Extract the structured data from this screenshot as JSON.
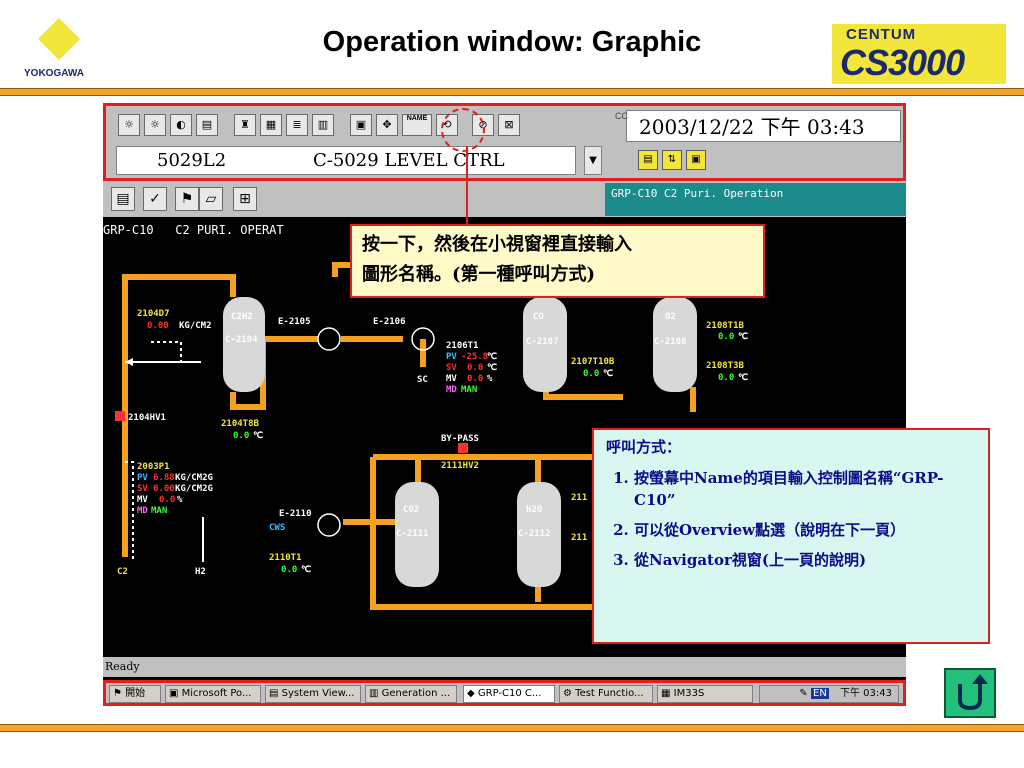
{
  "slide": {
    "logo_text": "YOKOGAWA",
    "title": "Operation window: Graphic",
    "centum_word": "CENTUM",
    "centum_num": "CS3000"
  },
  "toolbar": {
    "name_button": "NAME",
    "datetime_prefix": "CC",
    "datetime": "2003/12/22 下午 03:43",
    "tag": "5029L2",
    "tag_desc": "C-5029 LEVEL CTRL"
  },
  "window_title": "GRP-C10 C2 Puri. Operation",
  "graphic": {
    "header": "GRP-C10   C2 PURI. OPERAT",
    "labels": {
      "t2104d7": "2104D7",
      "t2104d7_val": "0.00",
      "t2104d7_unit": "KG/CM2",
      "c2h2": "C2H2",
      "c2104": "C-2104",
      "e2105": "E-2105",
      "e2106": "E-2106",
      "t2106t1": "2106T1",
      "pv": "PV",
      "pv_val": "-25.8",
      "sv": "SV",
      "sv_val": "0.0",
      "mv": "MV",
      "mv_val": "0.0",
      "md": "MD",
      "md_val": "MAN",
      "sc": "SC",
      "co": "CO",
      "c2107": "C-2107",
      "t2107t10b": "2107T10B",
      "t2107t10b_val": "0.0",
      "o2": "O2",
      "c2108": "C-2108",
      "t2108t1b": "2108T1B",
      "t2108t1b_val": "0.0",
      "t2108t3b": "2108T3B",
      "t2108t3b_val": "0.0",
      "hv2104": "2104HV1",
      "t2104t8b": "2104T8B",
      "t2104t8b_val": "0.0",
      "bypass": "BY-PASS",
      "hv2111": "2111HV2",
      "p2003": "2003P1",
      "p_pv_val": "6.88",
      "p_sv_val": "0.00",
      "p_unit": "KG/CM2G",
      "p_mv_val": "0.0",
      "e2110": "E-2110",
      "cws": "CWS",
      "t2110t1": "2110T1",
      "t2110t1_val": "0.0",
      "co2": "CO2",
      "c2111": "C-2111",
      "h2o": "H2O",
      "c2112": "C-2112",
      "c2_bottom": "C2",
      "h2_bottom": "H2",
      "unit_c": "℃",
      "unit_pct": "%",
      "frag_211a": "211",
      "frag_211b": "211"
    }
  },
  "status": "Ready",
  "taskbar": {
    "start": "開始",
    "tasks": [
      "Microsoft Po...",
      "System View...",
      "Generation ...",
      "GRP-C10 C...",
      "Test Functio...",
      "IM33S"
    ],
    "tray_lang": "EN",
    "tray_time": "下午 03:43"
  },
  "callout1": {
    "line1": "按一下，然後在小視窗裡直接輸入",
    "line2": "圖形名稱。(第一種呼叫方式)"
  },
  "callout2": {
    "head": "呼叫方式：",
    "items": [
      "按螢幕中Name的項目輸入控制圖名稱“GRP-C10”",
      "可以從Overview點選（說明在下一頁）",
      "從Navigator視窗(上一頁的說明)"
    ]
  },
  "colors": {
    "accent_red": "#e0201c",
    "rule_orange": "#f2a42b",
    "pipe_orange": "#f4a020",
    "window_teal": "#1a8a8a"
  }
}
